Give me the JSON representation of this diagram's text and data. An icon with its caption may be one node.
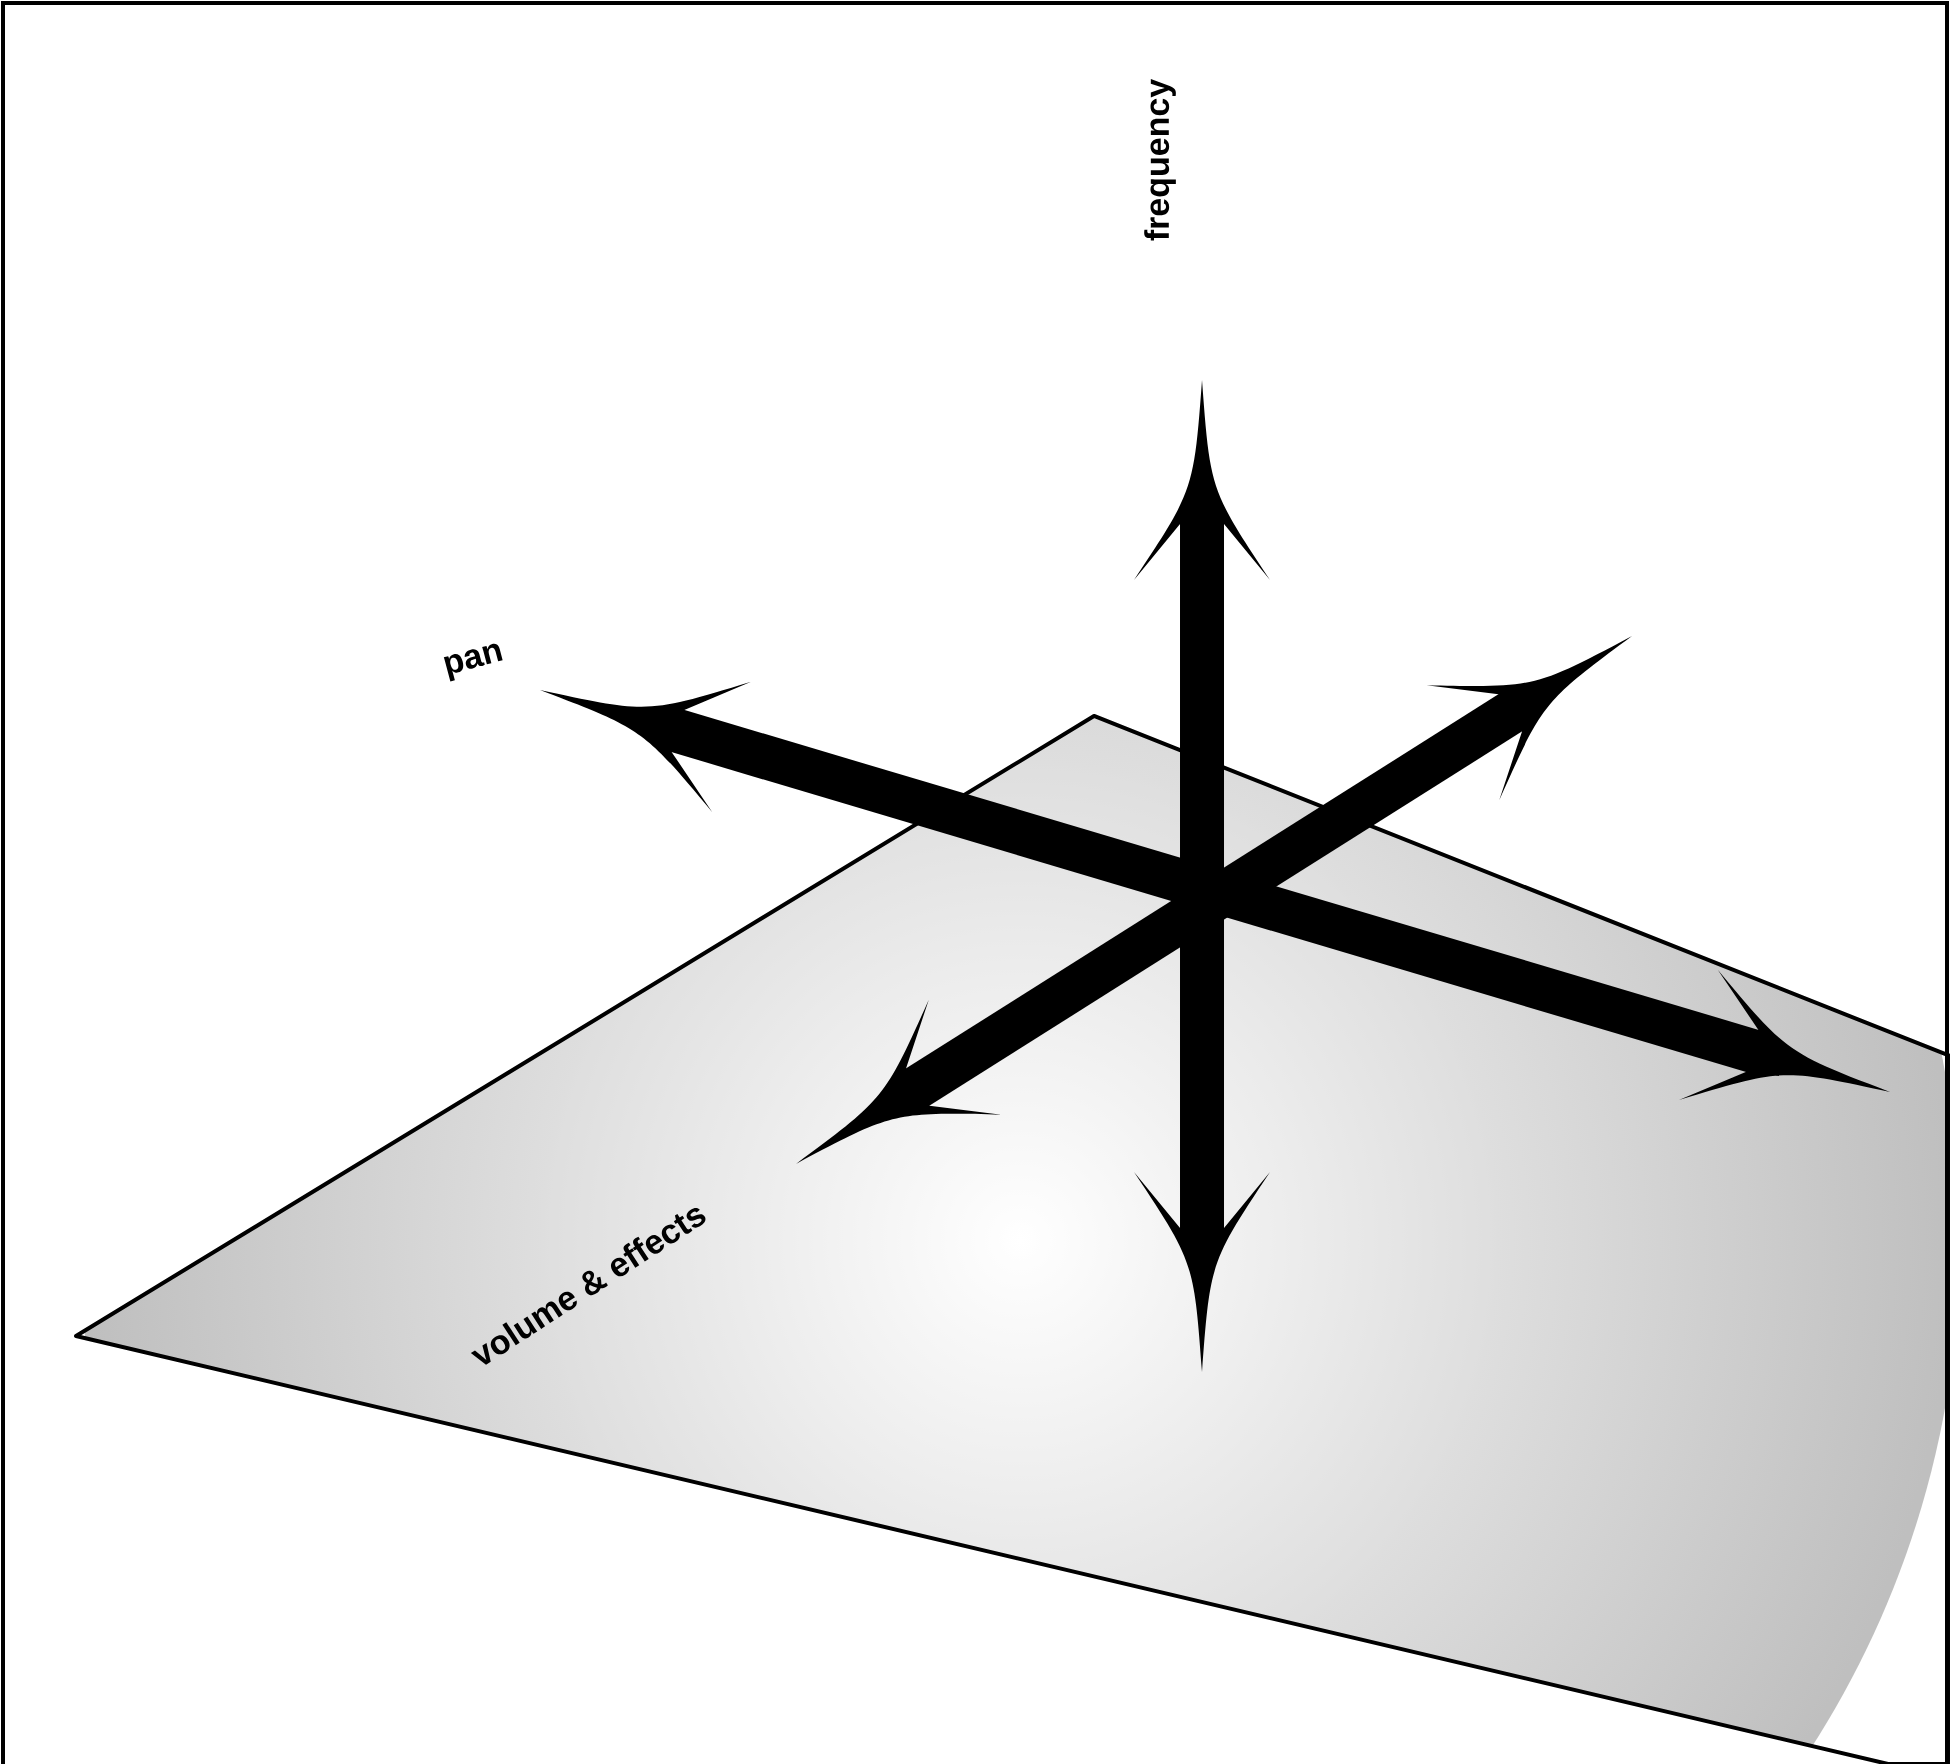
{
  "diagram": {
    "labels": [
      "frequency",
      "pan",
      "volume & effects"
    ]
  }
}
